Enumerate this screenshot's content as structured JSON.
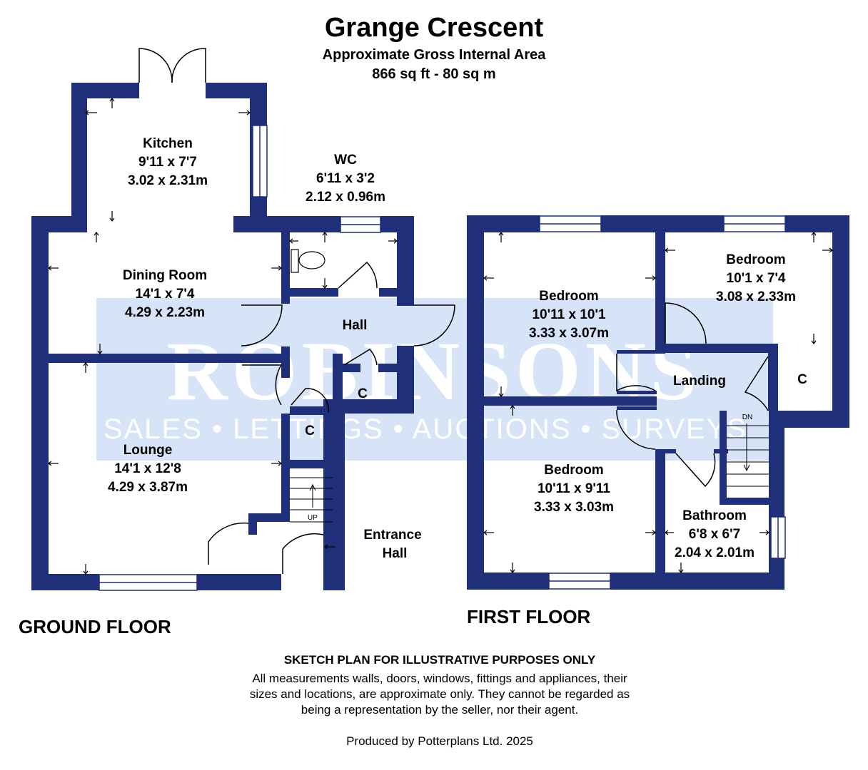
{
  "header": {
    "title": "Grange Crescent",
    "subtitle": "Approximate Gross Internal Area",
    "area": "866 sq ft - 80 sq m"
  },
  "watermark": {
    "brand": "ROBINSONS",
    "tagline": "SALES • LETTINGS • AUCTIONS • SURVEYS"
  },
  "ground_floor": {
    "label": "GROUND FLOOR",
    "rooms": [
      {
        "name": "Kitchen",
        "imperial": "9'11 x 7'7",
        "metric": "3.02 x 2.31m"
      },
      {
        "name": "WC",
        "imperial": "6'11 x 3'2",
        "metric": "2.12 x 0.96m"
      },
      {
        "name": "Dining Room",
        "imperial": "14'1 x 7'4",
        "metric": "4.29 x 2.23m"
      },
      {
        "name": "Hall"
      },
      {
        "name": "C"
      },
      {
        "name": "C"
      },
      {
        "name": "Lounge",
        "imperial": "14'1 x 12'8",
        "metric": "4.29 x 3.87m"
      },
      {
        "name": "Entrance",
        "name2": "Hall"
      }
    ],
    "stairs_label": "UP"
  },
  "first_floor": {
    "label": "FIRST FLOOR",
    "rooms": [
      {
        "name": "Bedroom",
        "imperial": "10'11 x 10'1",
        "metric": "3.33 x 3.07m"
      },
      {
        "name": "Bedroom",
        "imperial": "10'1 x 7'4",
        "metric": "3.08 x 2.33m"
      },
      {
        "name": "Landing"
      },
      {
        "name": "C"
      },
      {
        "name": "Bedroom",
        "imperial": "10'11 x 9'11",
        "metric": "3.33 x 3.03m"
      },
      {
        "name": "Bathroom",
        "imperial": "6'8 x 6'7",
        "metric": "2.04 x 2.01m"
      }
    ],
    "stairs_label": "DN"
  },
  "footer": {
    "disclaimer_heading": "SKETCH PLAN FOR ILLUSTRATIVE PURPOSES ONLY",
    "disclaimer_lines": [
      "All measurements walls, doors, windows, fittings and appliances, their",
      "sizes and locations, are approximate only. They cannot be regarded as",
      "being a representation by the seller, nor their agent."
    ],
    "produced_by": "Produced by Potterplans Ltd. 2025"
  },
  "colors": {
    "wall": "#1f2f7a",
    "watermark_band": "#d7e3f7",
    "watermark_text": "#ffffff"
  }
}
